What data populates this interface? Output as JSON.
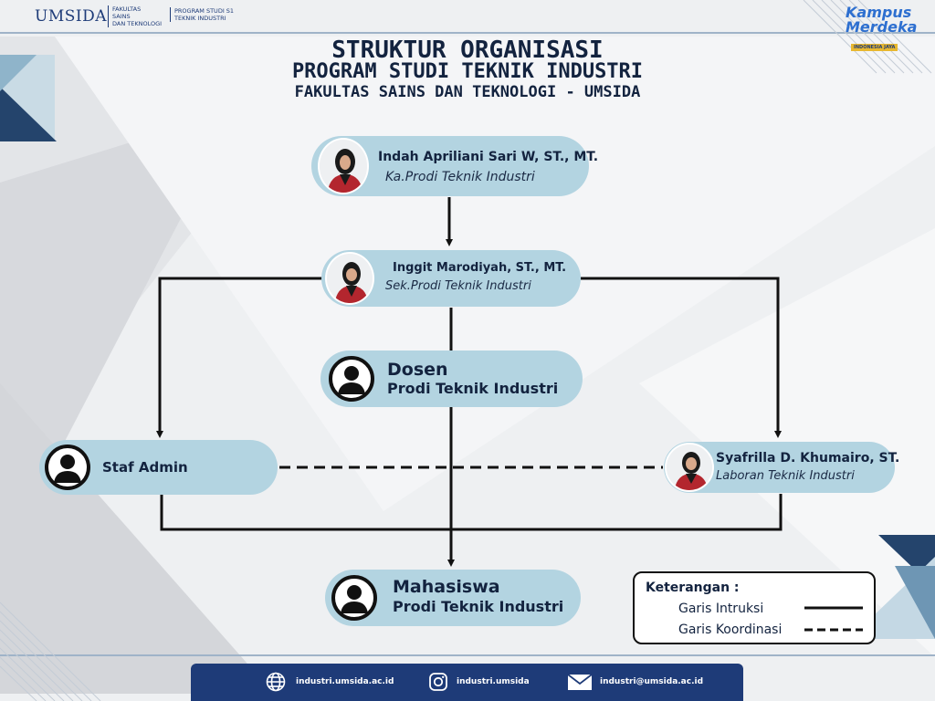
{
  "header": {
    "logo_text": "UMSIDA",
    "faculty_lines": [
      "FAKULTAS",
      "SAINS",
      "DAN TEKNOLOGI"
    ],
    "program_lines": [
      "PROGRAM STUDI S1",
      "TEKNIK INDUSTRI"
    ],
    "badge_line1": "Kampus",
    "badge_line2": "Merdeka",
    "badge_line3": "INDONESIA JAYA"
  },
  "title": {
    "line1": "STRUKTUR ORGANISASI",
    "line2": "PROGRAM STUDI TEKNIK INDUSTRI",
    "line3": "FAKULTAS SAINS DAN TEKNOLOGI - UMSIDA"
  },
  "nodes": {
    "kaprodi": {
      "name": "Indah Apriliani Sari W, ST., MT.",
      "role": "Ka.Prodi Teknik Industri"
    },
    "sekprodi": {
      "name": "Inggit Marodiyah, ST., MT.",
      "role": "Sek.Prodi Teknik Industri"
    },
    "dosen": {
      "name": "Dosen",
      "role": "Prodi Teknik Industri"
    },
    "staf": {
      "name": "Staf Admin"
    },
    "laboran": {
      "name": "Syafrilla D. Khumairo, ST.",
      "role": "Laboran Teknik Industri"
    },
    "mahasiswa": {
      "name": "Mahasiswa",
      "role": "Prodi Teknik Industri"
    }
  },
  "legend": {
    "title": "Keterangan :",
    "solid_label": "Garis Intruksi",
    "dashed_label": "Garis Koordinasi"
  },
  "footer": {
    "website": "industri.umsida.ac.id",
    "instagram": "industri.umsida",
    "email": "industri@umsida.ac.id"
  },
  "colors": {
    "pill": "#b3d4e1",
    "navy": "#1e3b78",
    "text": "#13233f",
    "line": "#111111"
  }
}
